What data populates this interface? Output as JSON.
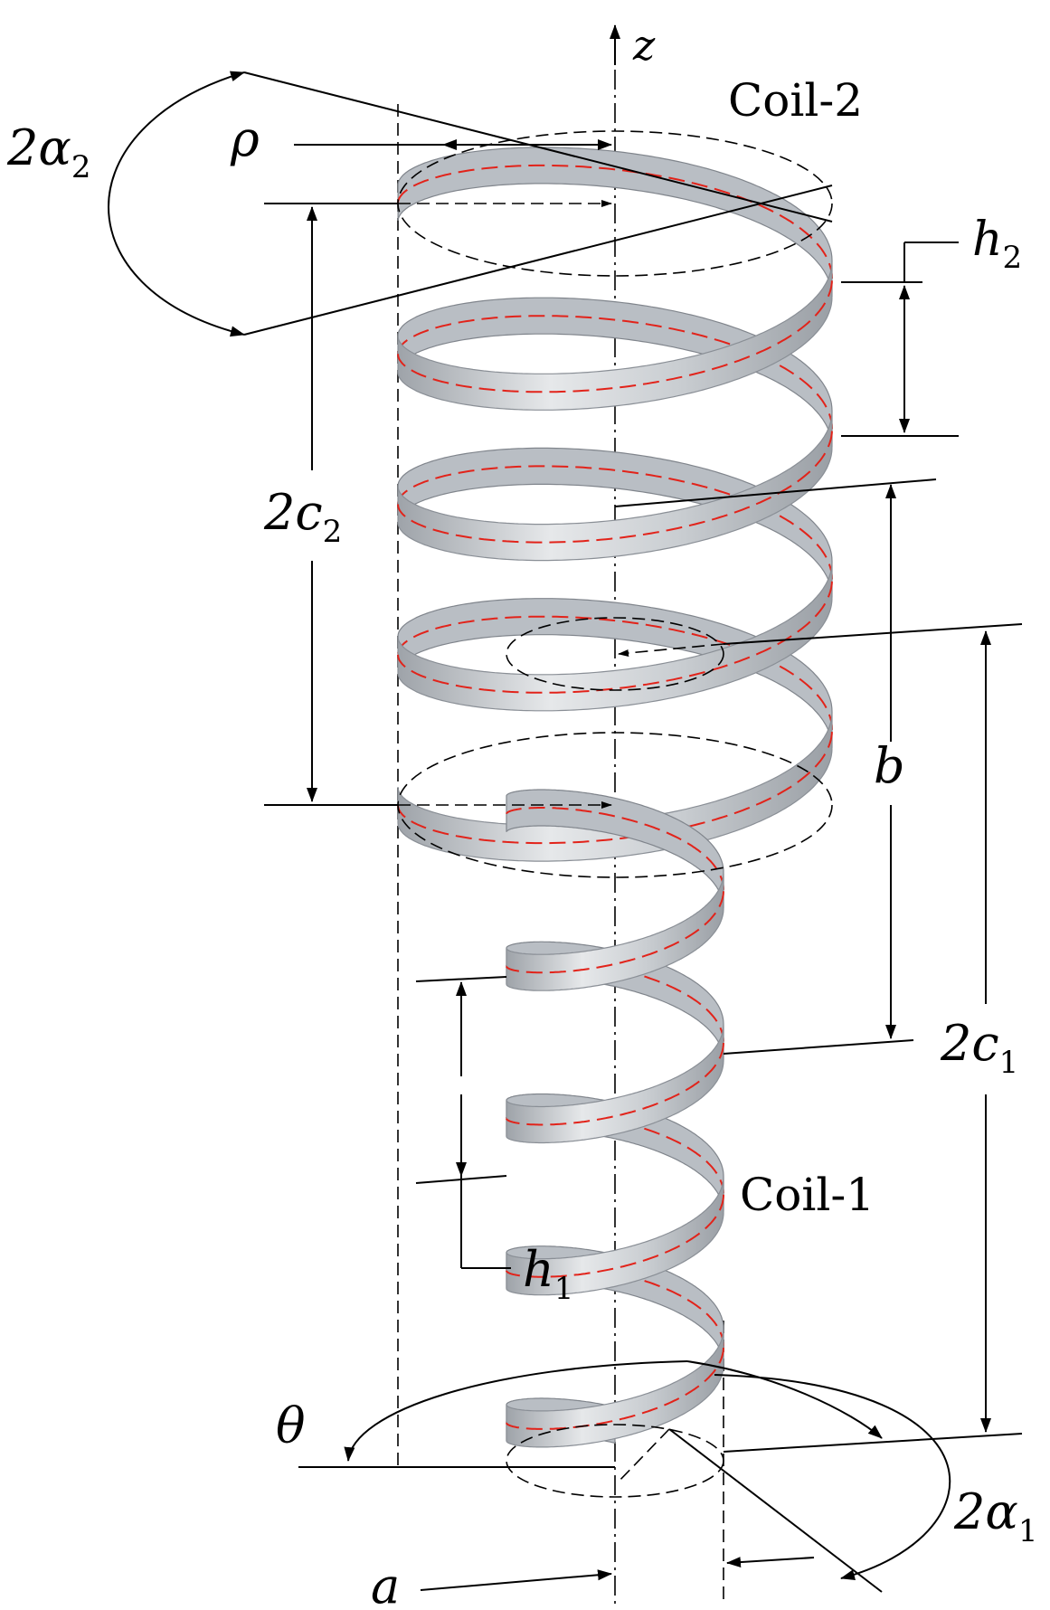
{
  "figure": {
    "coil2_label": "Coil-2",
    "coil1_label": "Coil-1",
    "axis_label": "z",
    "labels": {
      "alpha2": "2α",
      "alpha2_sub": "2",
      "rho": "ρ",
      "h2": "h",
      "h2_sub": "2",
      "c2": "2c",
      "c2_sub": "2",
      "b": "b",
      "c1": "2c",
      "c1_sub": "1",
      "h1": "h",
      "h1_sub": "1",
      "theta": "θ",
      "alpha1": "2α",
      "alpha1_sub": "1",
      "a": "a"
    },
    "colors": {
      "ribbon": "#c4c8cd",
      "centerline": "#e2231a",
      "lines": "#000000"
    }
  }
}
